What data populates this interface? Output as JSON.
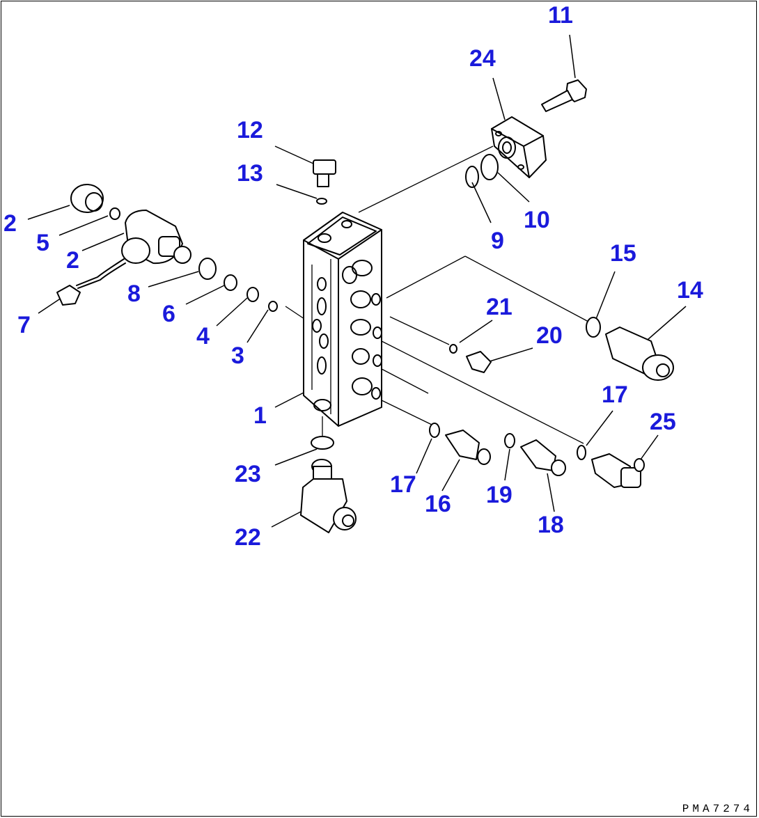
{
  "figure": {
    "id": "PMA7274"
  },
  "callouts": [
    {
      "key": "c11",
      "text": "11"
    },
    {
      "key": "c24",
      "text": "24"
    },
    {
      "key": "c12",
      "text": "12"
    },
    {
      "key": "c13",
      "text": "13"
    },
    {
      "key": "c10",
      "text": "10"
    },
    {
      "key": "c9",
      "text": "9"
    },
    {
      "key": "c2a",
      "text": "2"
    },
    {
      "key": "c5",
      "text": "5"
    },
    {
      "key": "c2b",
      "text": "2"
    },
    {
      "key": "c8",
      "text": "8"
    },
    {
      "key": "c6",
      "text": "6"
    },
    {
      "key": "c4",
      "text": "4"
    },
    {
      "key": "c3",
      "text": "3"
    },
    {
      "key": "c7",
      "text": "7"
    },
    {
      "key": "c15",
      "text": "15"
    },
    {
      "key": "c14",
      "text": "14"
    },
    {
      "key": "c21",
      "text": "21"
    },
    {
      "key": "c20",
      "text": "20"
    },
    {
      "key": "c1",
      "text": "1"
    },
    {
      "key": "c17a",
      "text": "17"
    },
    {
      "key": "c25",
      "text": "25"
    },
    {
      "key": "c23",
      "text": "23"
    },
    {
      "key": "c17b",
      "text": "17"
    },
    {
      "key": "c16",
      "text": "16"
    },
    {
      "key": "c19",
      "text": "19"
    },
    {
      "key": "c18",
      "text": "18"
    },
    {
      "key": "c22",
      "text": "22"
    }
  ],
  "colors": {
    "callout": "#1a1adb",
    "line": "#000000",
    "background": "#ffffff"
  }
}
